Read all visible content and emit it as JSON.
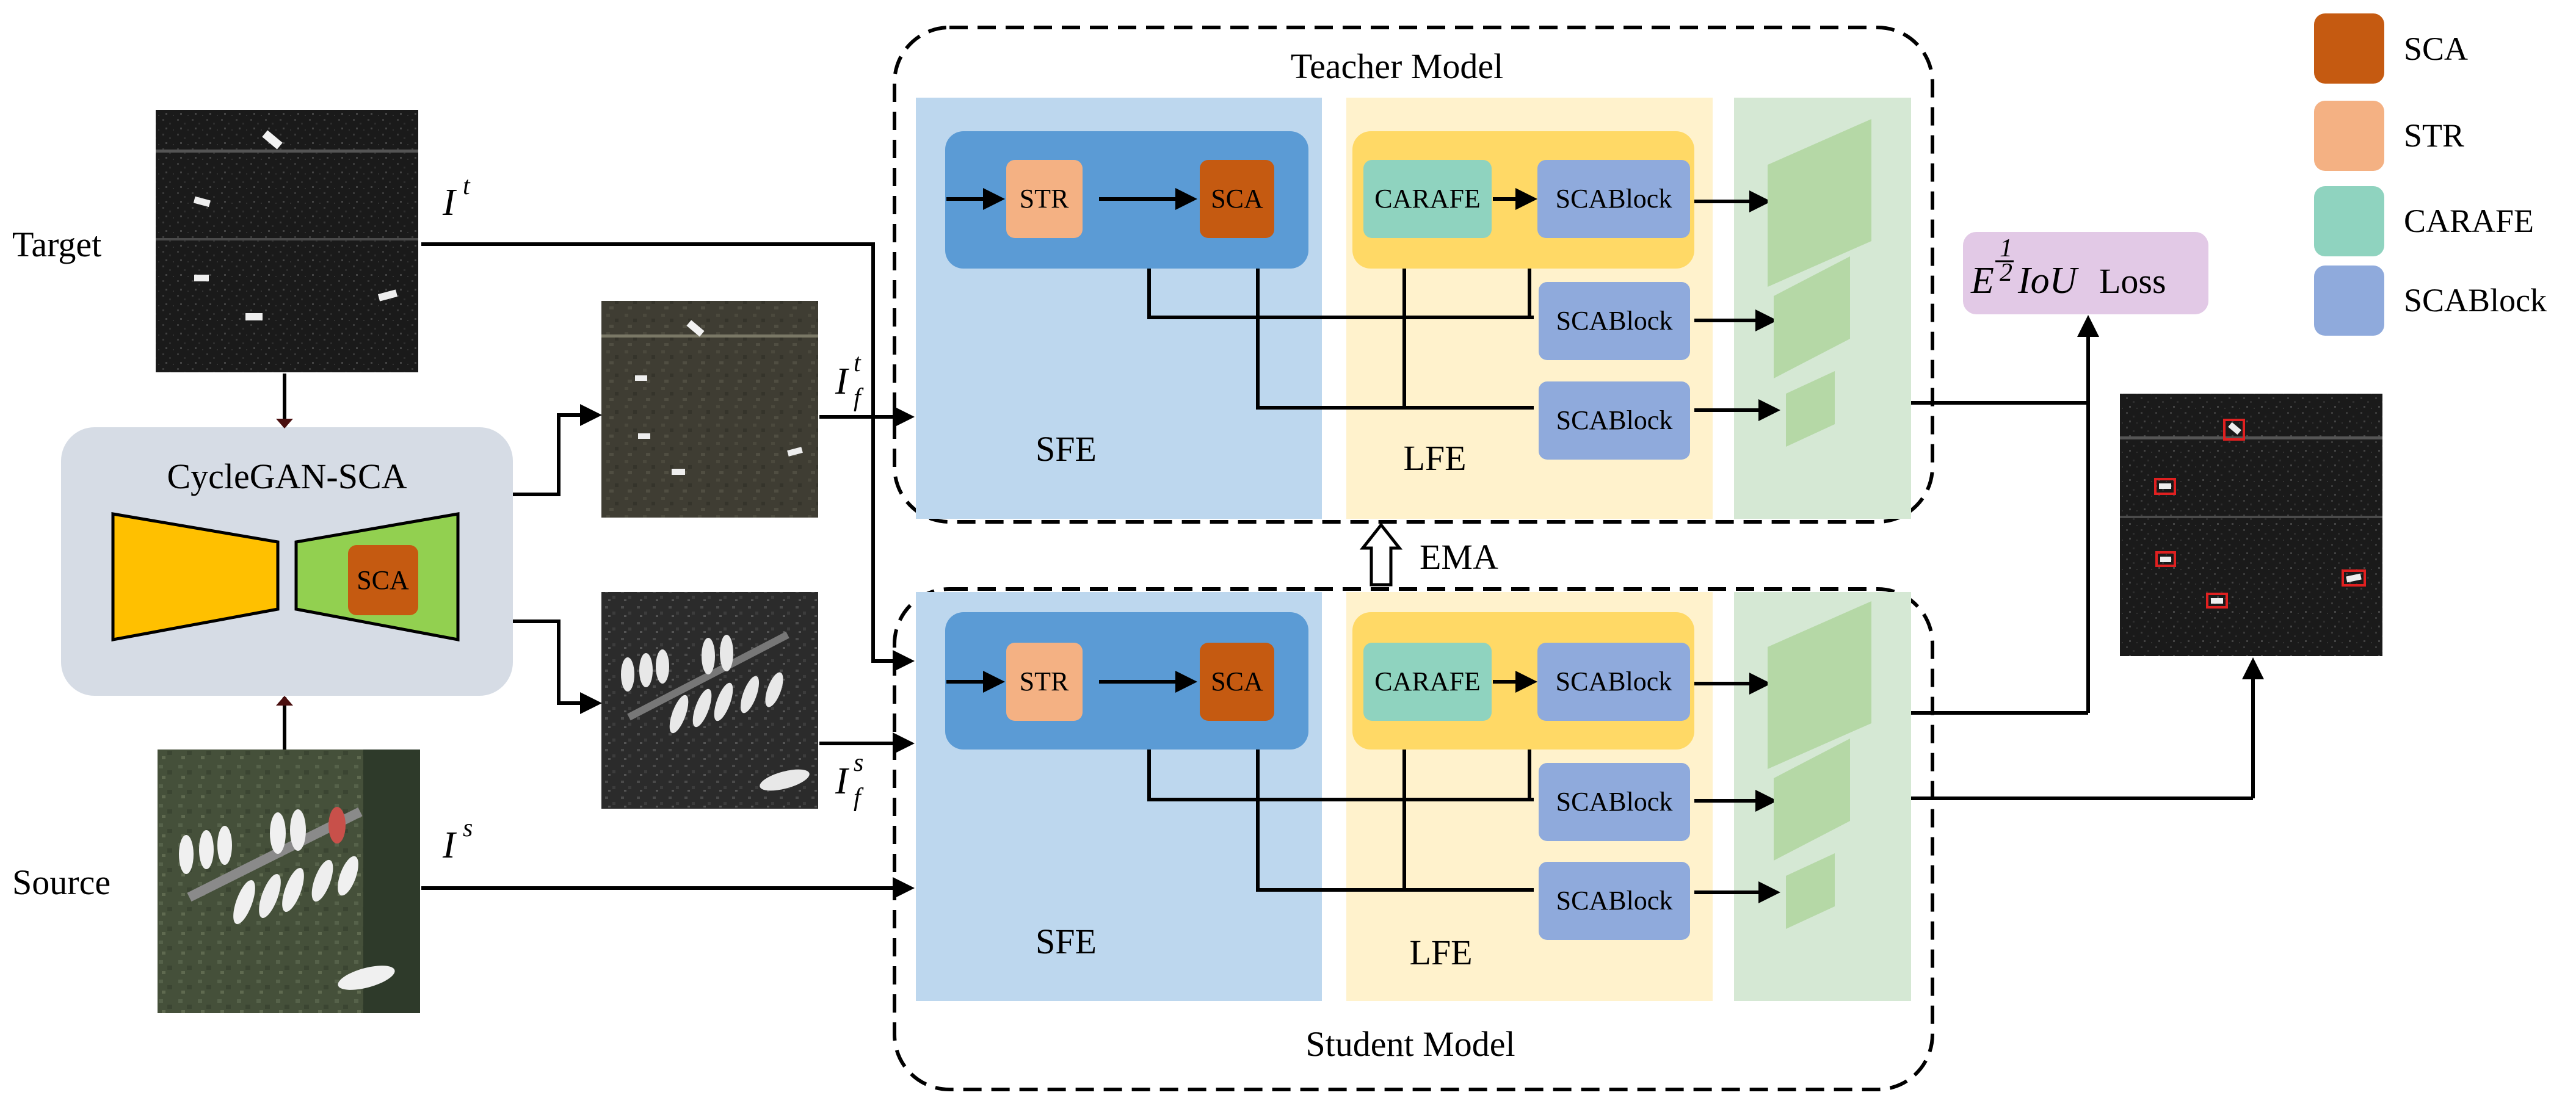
{
  "labels": {
    "target": "Target",
    "source": "Source",
    "cyclegan": "CycleGAN-SCA",
    "cyclegan_sca": "SCA",
    "teacher": "Teacher Model",
    "student": "Student Model",
    "ema": "EMA",
    "loss_e": "E",
    "loss_exp_num": "1",
    "loss_exp_den": "2",
    "loss_iou": "IoU",
    "loss_word": "Loss"
  },
  "inputs": {
    "it_base": "I",
    "it_sup": "t",
    "ift_base": "I",
    "ift_sub": "f",
    "ift_sup": "t",
    "ifs_base": "I",
    "ifs_sub": "f",
    "ifs_sup": "s",
    "is_base": "I",
    "is_sup": "s"
  },
  "teacher": {
    "sfe": "SFE",
    "lfe": "LFE",
    "str": "STR",
    "sca": "SCA",
    "carafe": "CARAFE",
    "scablock1": "SCABlock",
    "scablock2": "SCABlock",
    "scablock3": "SCABlock"
  },
  "student": {
    "sfe": "SFE",
    "lfe": "LFE",
    "str": "STR",
    "sca": "SCA",
    "carafe": "CARAFE",
    "scablock1": "SCABlock",
    "scablock2": "SCABlock",
    "scablock3": "SCABlock"
  },
  "legend": [
    {
      "label": "SCA",
      "color": "#c55a11"
    },
    {
      "label": "STR",
      "color": "#f4b183"
    },
    {
      "label": "CARAFE",
      "color": "#8fd3bf"
    },
    {
      "label": "SCABlock",
      "color": "#8faadc"
    }
  ],
  "colors": {
    "sfe_panel": "#bdd7ee",
    "sfe_inner": "#5b9bd5",
    "lfe_panel": "#fff2cc",
    "lfe_inner": "#ffd966",
    "head_panel": "#d5e8d4",
    "head_plate": "#b5d8a6",
    "cyclegan_bg": "#d6dce5",
    "encoder": "#ffc000",
    "decoder": "#92d050",
    "loss_bg": "#e2c9e6"
  }
}
